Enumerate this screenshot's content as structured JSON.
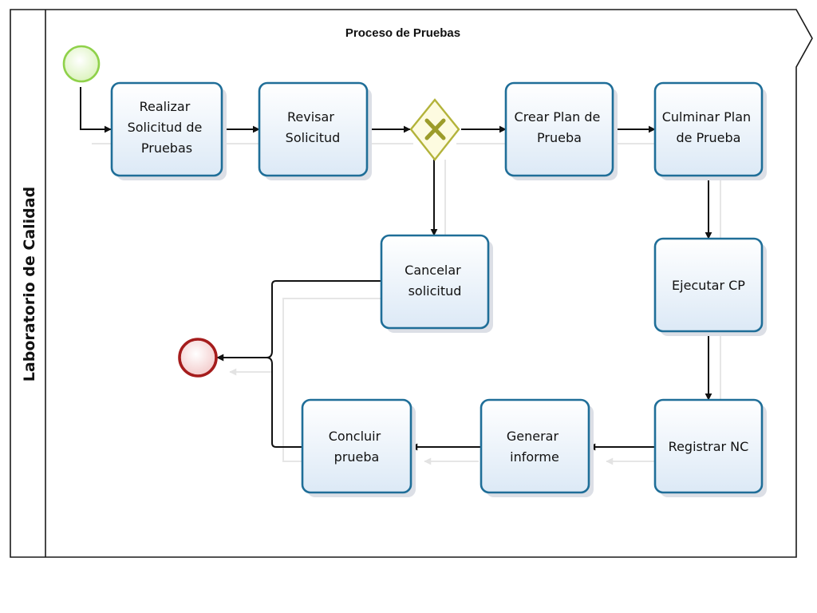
{
  "diagram": {
    "title": "Proceso de Pruebas",
    "lane_label": "Laboratorio de Calidad",
    "colors": {
      "task_border": "#1f6e98",
      "task_fill_top": "#ffffff",
      "task_fill_bottom": "#dce9f6",
      "start_event": "#8fd14a",
      "end_event": "#a51c1c",
      "gateway": "#b3b33a"
    },
    "start_event": {
      "type": "start-event"
    },
    "end_event": {
      "type": "end-event"
    },
    "gateway": {
      "type": "exclusive-gateway",
      "icon": "x-icon"
    },
    "tasks": {
      "realizar": [
        "Realizar",
        "Solicitud de",
        "Pruebas"
      ],
      "revisar": [
        "Revisar",
        "Solicitud"
      ],
      "crear": [
        "Crear Plan de",
        "Prueba"
      ],
      "culminar": [
        "Culminar Plan",
        "de Prueba"
      ],
      "cancelar": [
        "Cancelar",
        "solicitud"
      ],
      "ejecutar": [
        "Ejecutar CP"
      ],
      "registrar": [
        "Registrar NC"
      ],
      "generar": [
        "Generar",
        "informe"
      ],
      "concluir": [
        "Concluir",
        "prueba"
      ]
    }
  }
}
